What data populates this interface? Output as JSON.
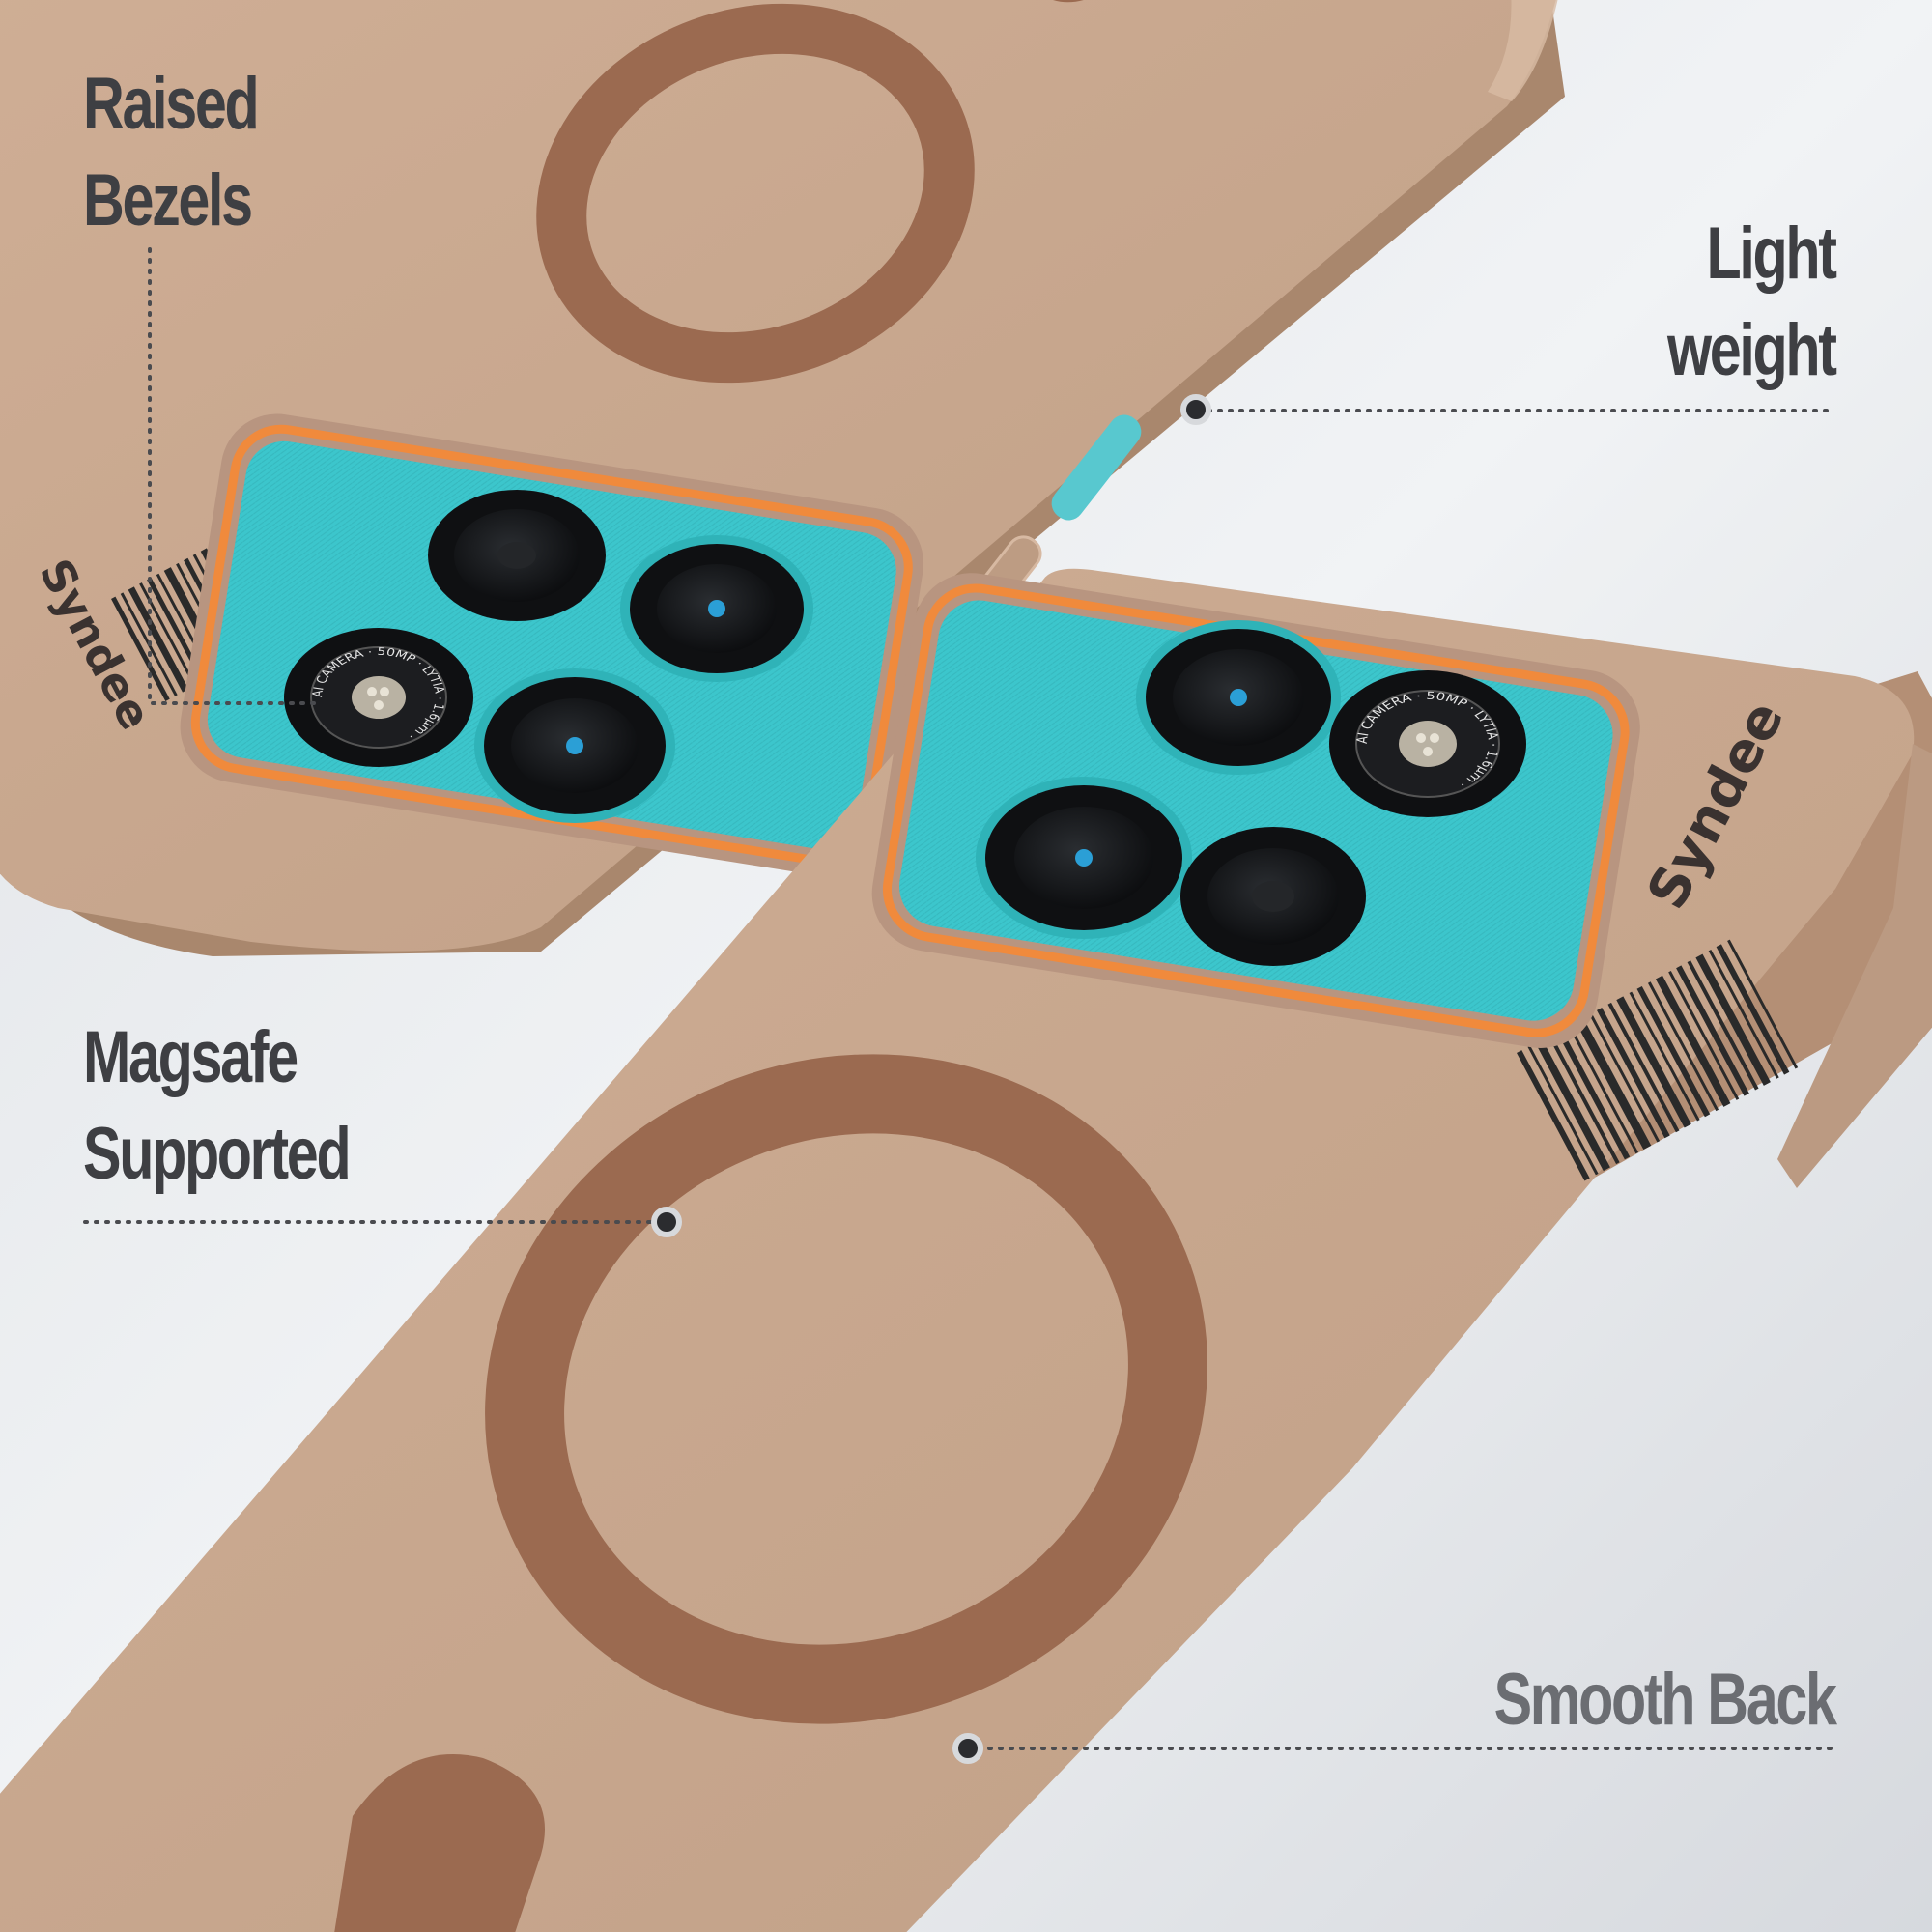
{
  "callouts": {
    "raised_bezels": {
      "line1": "Raised",
      "line2": "Bezels"
    },
    "light_weight": {
      "line1": "Light",
      "line2": "weight"
    },
    "magsafe": {
      "line1": "Magsafe",
      "line2": "Supported"
    },
    "smooth_back": {
      "line1": "Smooth Back"
    }
  },
  "brand": {
    "name": "Syndee"
  },
  "lens_ring_text": "AI CAMERA · 50MP · LYTIA · 1.6μm ·",
  "colors": {
    "background": "#e9ebee",
    "case_body": "#c8a78e",
    "case_edge": "#b8957a",
    "magsafe_ring": "#9b6a50",
    "camera_plate": "#3cc6cc",
    "bezel_outline": "#f08a3c",
    "side_button": "#58c8cf",
    "lens_black": "#16181b",
    "lens_ring_teal": "#2fb3b8",
    "label_dark": "#3e3f43",
    "label_light": "#6b6d72"
  }
}
